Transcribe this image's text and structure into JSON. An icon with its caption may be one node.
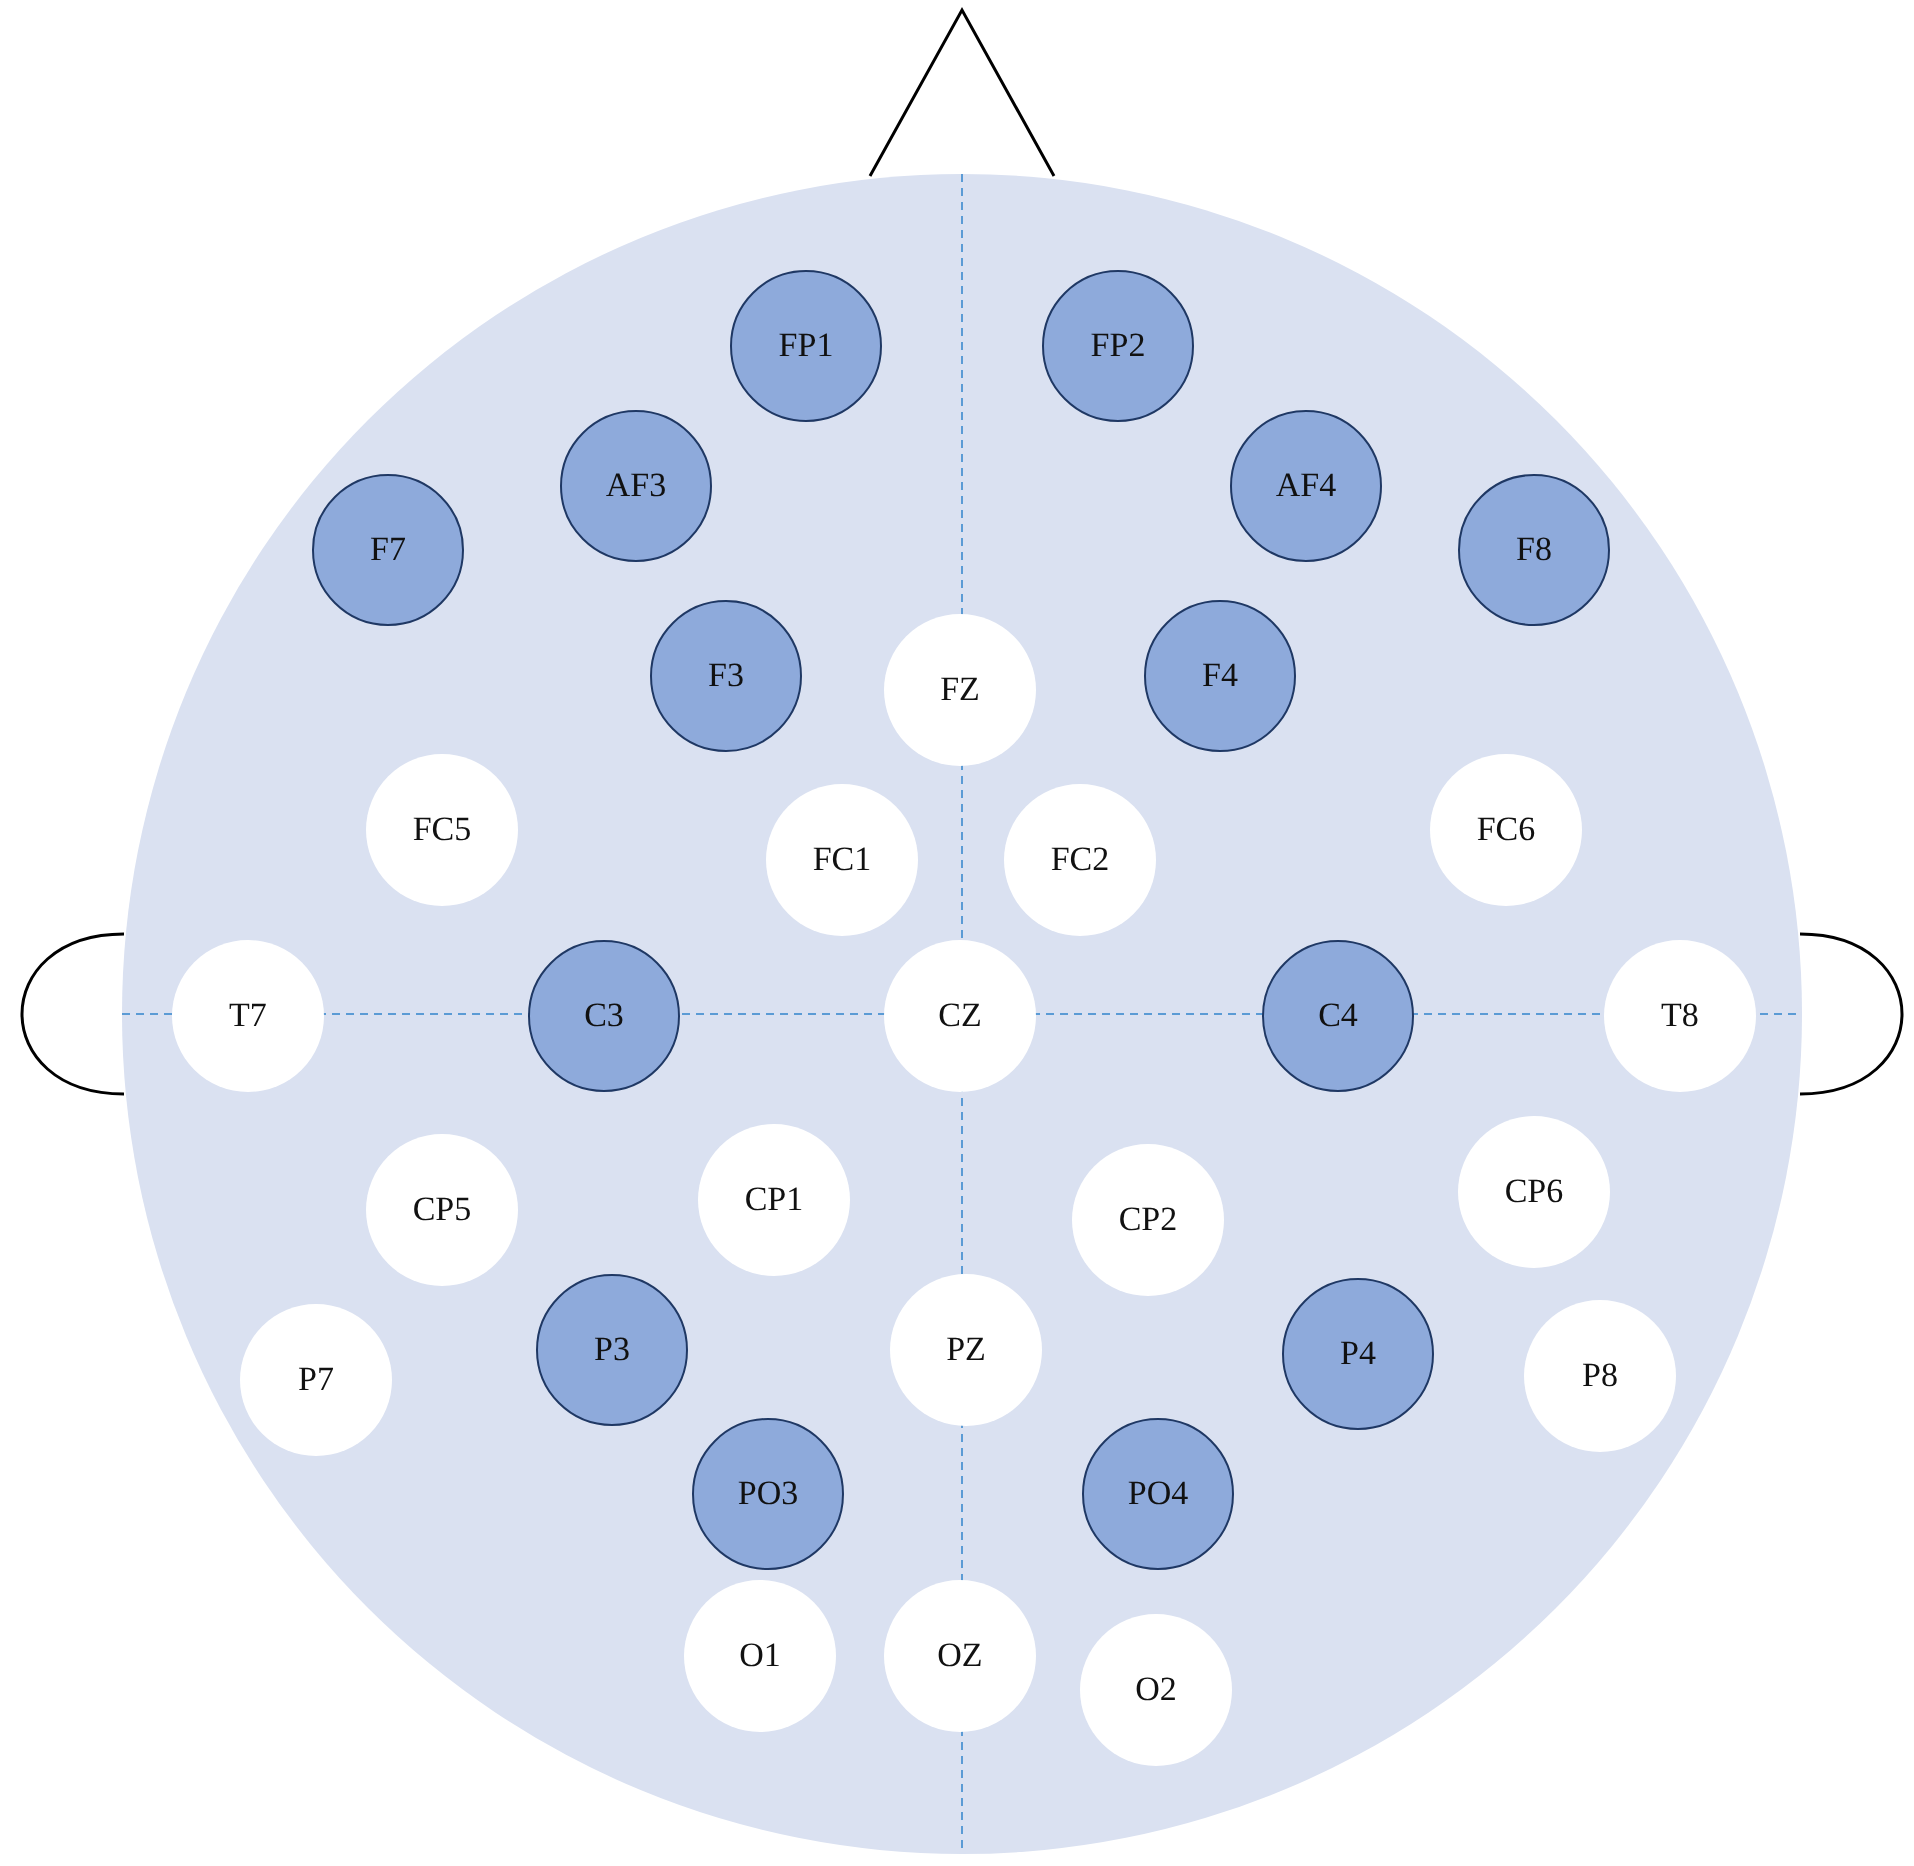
{
  "diagram": {
    "nodes": [
      {
        "text": [],
        "shape": "circle"
      },
      {
        "text": [
          "FP1"
        ],
        "in": 0
      },
      {
        "text": [
          "FP2"
        ],
        "in": 0
      },
      {
        "text": [
          "AF3"
        ],
        "in": 0
      },
      {
        "text": [
          "AF4"
        ],
        "in": 0
      },
      {
        "text": [
          "F7"
        ],
        "in": 0
      },
      {
        "text": [
          "F8"
        ],
        "in": 0
      },
      {
        "text": [
          "F3"
        ],
        "in": 0
      },
      {
        "text": [
          "FZ"
        ],
        "in": 0
      },
      {
        "text": [
          "F4"
        ],
        "in": 0
      },
      {
        "text": [
          "FC5"
        ],
        "in": 0
      },
      {
        "text": [
          "FC1"
        ],
        "in": 0
      },
      {
        "text": [
          "FC2"
        ],
        "in": 0
      },
      {
        "text": [
          "FC6"
        ],
        "in": 0
      },
      {
        "text": [
          "T7"
        ],
        "in": 0
      },
      {
        "text": [
          "C3"
        ],
        "in": 0
      },
      {
        "text": [
          "CZ"
        ],
        "in": 0
      },
      {
        "text": [
          "C4"
        ],
        "in": 0
      },
      {
        "text": [
          "T8"
        ],
        "in": 0
      },
      {
        "text": [
          "CP5"
        ],
        "in": 0
      },
      {
        "text": [
          "CP1"
        ],
        "in": 0
      },
      {
        "text": [
          "CP2"
        ],
        "in": 0
      },
      {
        "text": [
          "CP6"
        ],
        "in": 0
      },
      {
        "text": [
          "P7"
        ],
        "in": 0
      },
      {
        "text": [
          "P3"
        ],
        "in": 0
      },
      {
        "text": [
          "PZ"
        ],
        "in": 0
      },
      {
        "text": [
          "P4"
        ],
        "in": 0
      },
      {
        "text": [
          "P8"
        ],
        "in": 0
      },
      {
        "text": [
          "PO3"
        ],
        "in": 0
      },
      {
        "text": [
          "PO4"
        ],
        "in": 0
      },
      {
        "text": [
          "O1"
        ],
        "in": 0
      },
      {
        "text": [
          "OZ"
        ],
        "in": 0
      },
      {
        "text": [
          "O2"
        ],
        "in": 0
      }
    ]
  }
}
